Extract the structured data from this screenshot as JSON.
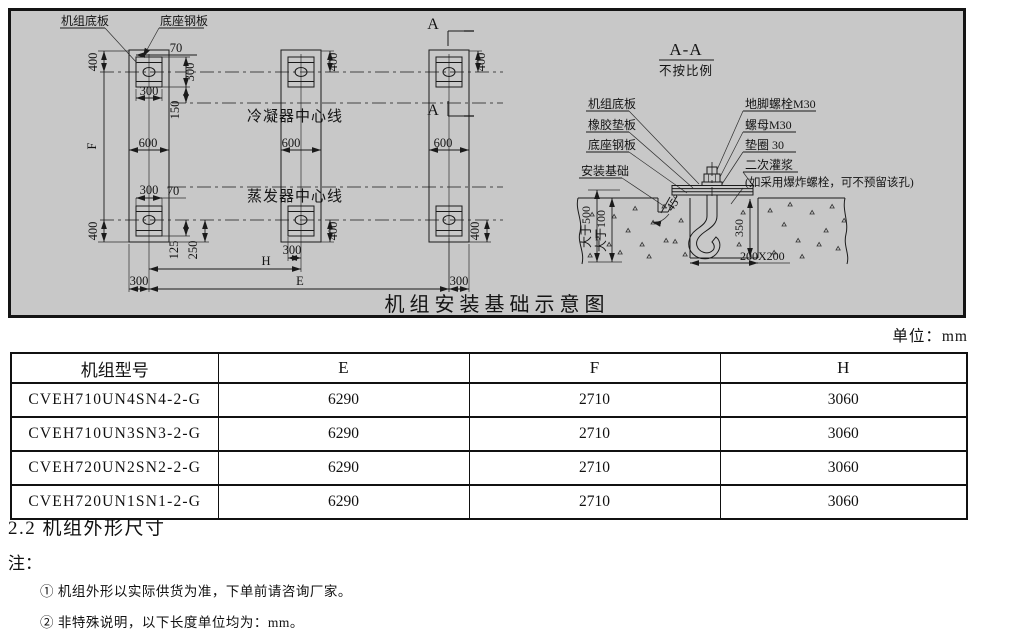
{
  "drawing": {
    "title": "机组安装基础示意图",
    "condenser_cl": "冷凝器中心线",
    "evaporator_cl": "蒸发器中心线",
    "label_unit_base_plate": "机组底板",
    "label_base_steel_plate": "底座钢板",
    "section_marker": "A",
    "dims": {
      "d70": "70",
      "d400": "400",
      "d300": "300",
      "d150": "150",
      "d600": "600",
      "d125": "125",
      "d250": "250",
      "dF": "F",
      "dH": "H",
      "dE": "E"
    },
    "section": {
      "title": "A-A",
      "scale_note": "不按比例",
      "labels_left": {
        "unit_base_plate": "机组底板",
        "rubber_pad": "橡胶垫板",
        "base_steel_plate": "底座钢板",
        "install_foundation": "安装基础"
      },
      "labels_right": {
        "anchor_bolt": "地脚螺栓M30",
        "nut": "螺母M30",
        "washer": "垫圈 30",
        "secondary_grout": "二次灌浆",
        "explosive_bolt_note": "(如采用爆炸螺栓，可不预留该孔)"
      },
      "dims": {
        "gt500": "大于500",
        "gt100": "大于100",
        "angle": "45°",
        "depth": "350",
        "pocket": "200X200"
      }
    }
  },
  "unit_note": "单位：mm",
  "table": {
    "headers": [
      "机组型号",
      "E",
      "F",
      "H"
    ],
    "rows": [
      {
        "model": "CVEH710UN4SN4-2-G",
        "E": "6290",
        "F": "2710",
        "H": "3060"
      },
      {
        "model": "CVEH710UN3SN3-2-G",
        "E": "6290",
        "F": "2710",
        "H": "3060"
      },
      {
        "model": "CVEH720UN2SN2-2-G",
        "E": "6290",
        "F": "2710",
        "H": "3060"
      },
      {
        "model": "CVEH720UN1SN1-2-G",
        "E": "6290",
        "F": "2710",
        "H": "3060"
      }
    ]
  },
  "body": {
    "section_heading": "2.2 机组外形尺寸",
    "notes_label": "注：",
    "notes": [
      "① 机组外形以实际供货为准，下单前请咨询厂家。",
      "② 非特殊说明，以下长度单位均为：mm。"
    ]
  },
  "colors": {
    "panel_bg": "#c8c8c8",
    "line": "#1a1a1a"
  }
}
